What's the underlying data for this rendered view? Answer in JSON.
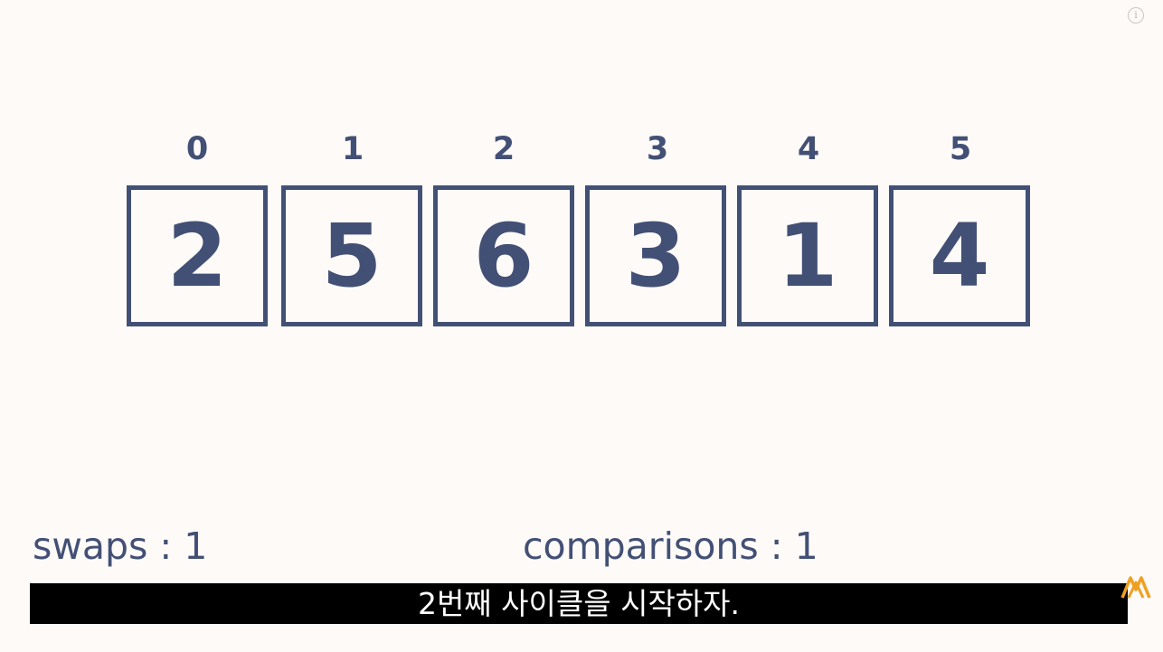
{
  "indices": [
    "0",
    "1",
    "2",
    "3",
    "4",
    "5"
  ],
  "array_values": [
    "2",
    "5",
    "6",
    "3",
    "1",
    "4"
  ],
  "stats": {
    "swaps_label": "swaps : ",
    "swaps_value": "1",
    "comparisons_label": "comparisons : ",
    "comparisons_value": "1"
  },
  "subtitle": "2번째 사이클을 시작하자.",
  "info_icon_glyph": "i",
  "colors": {
    "background": "#fdfaf8",
    "primary": "#435075",
    "subtitle_bar": "#000000",
    "subtitle_text": "#ffffff",
    "logo": "#f0a020"
  },
  "icons": {
    "info": "info-icon",
    "logo": "channel-logo-icon"
  }
}
